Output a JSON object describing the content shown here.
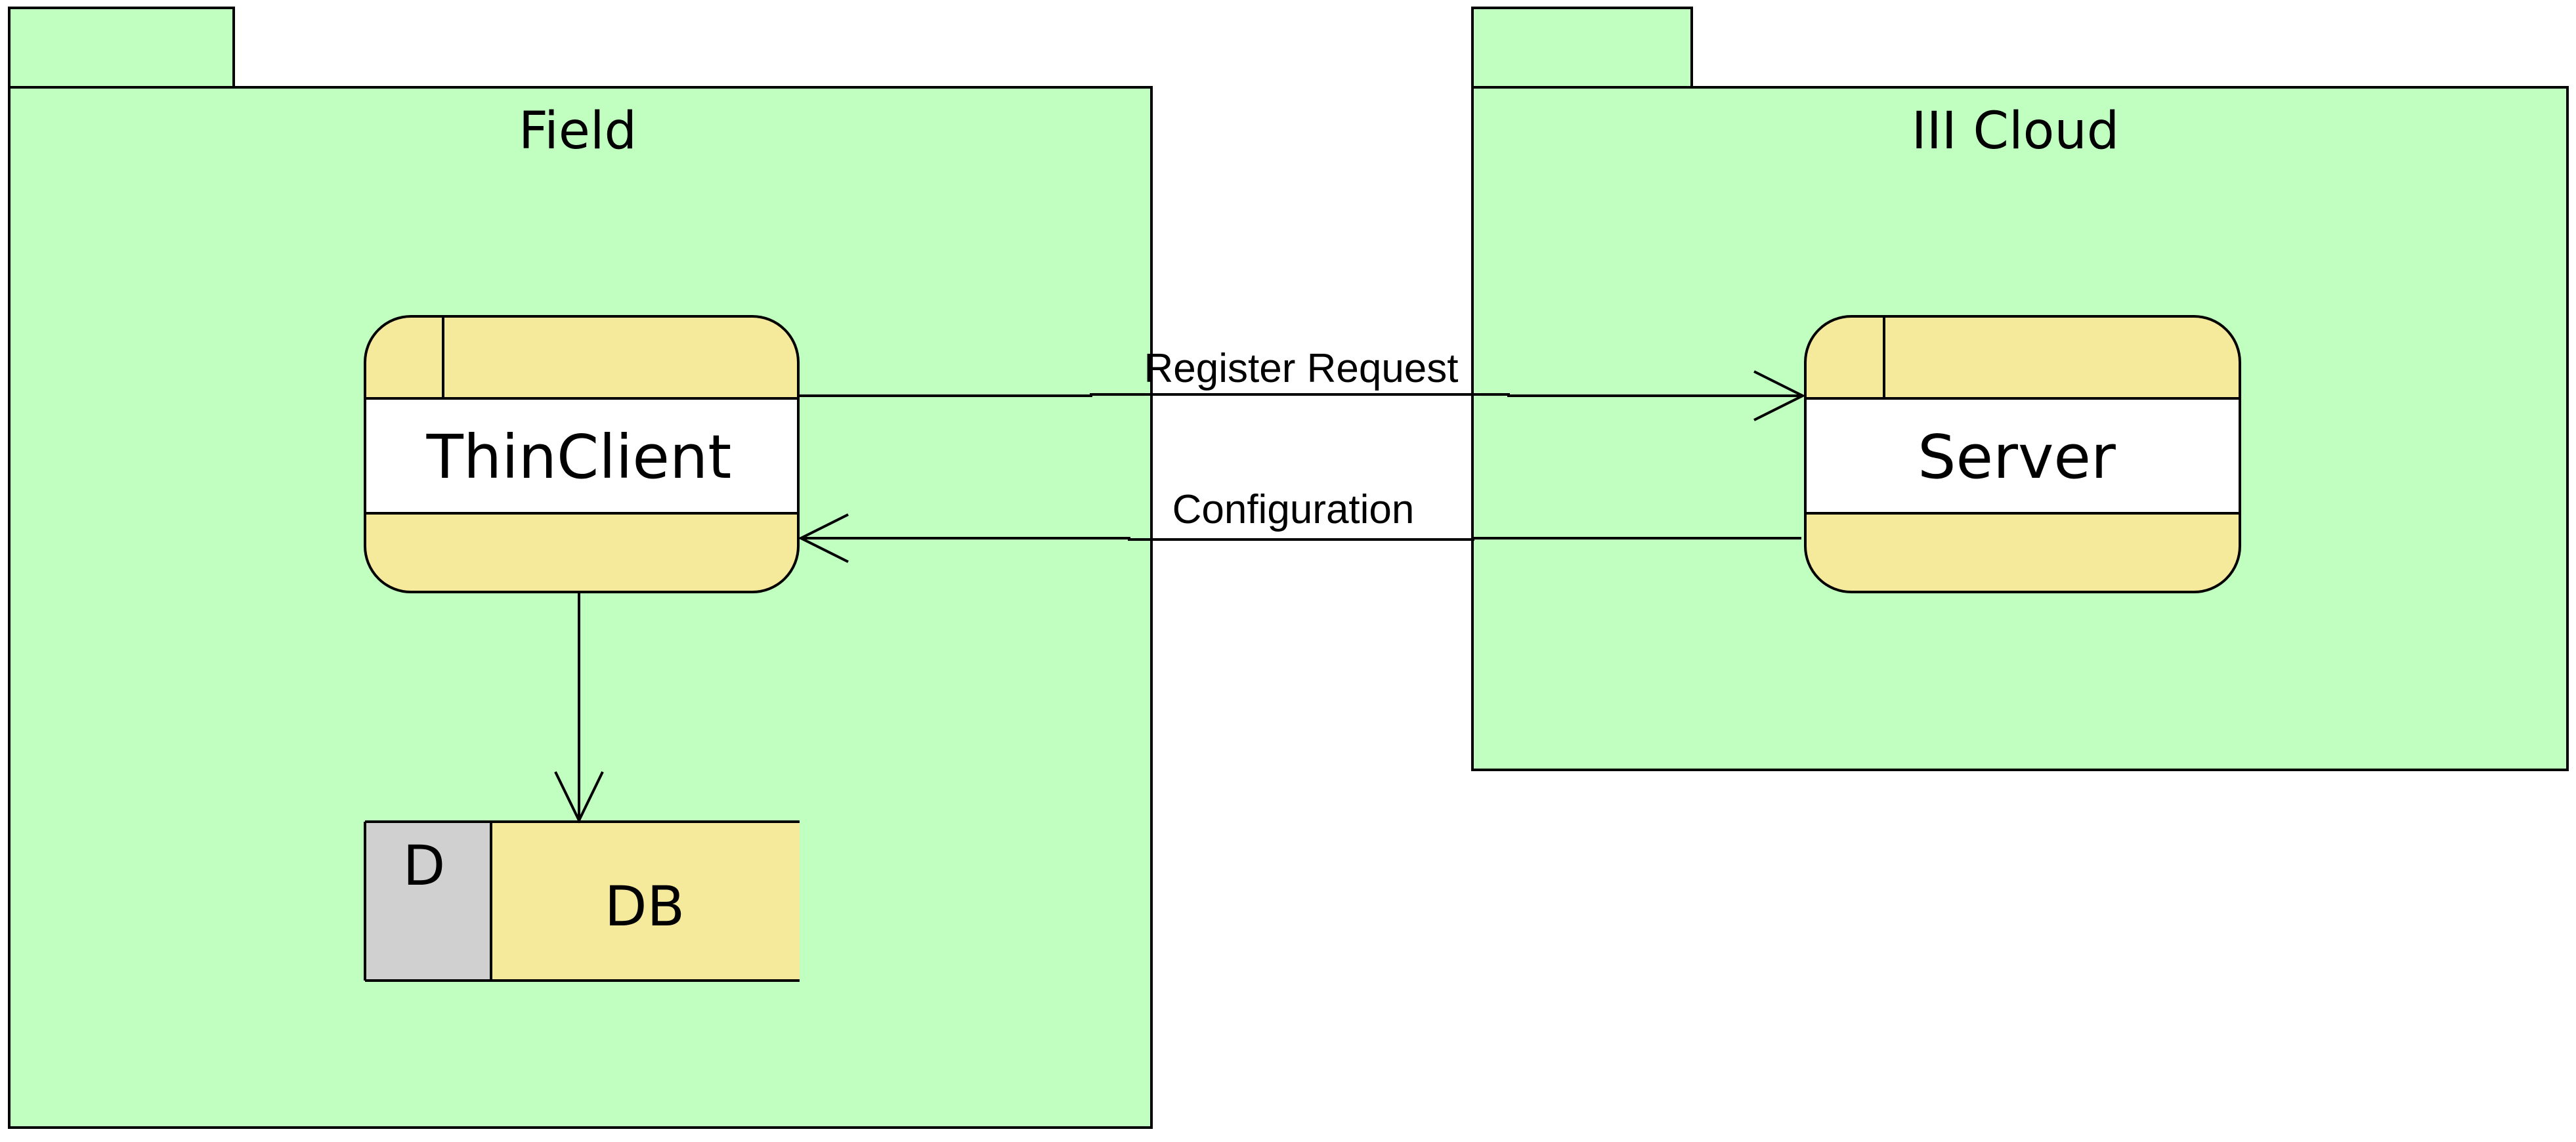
{
  "packages": {
    "field": {
      "name": "Field"
    },
    "cloud": {
      "name": "III Cloud"
    }
  },
  "processes": {
    "thinclient": {
      "name": "ThinClient"
    },
    "server": {
      "name": "Server"
    }
  },
  "datastore": {
    "id": "D",
    "name": "DB"
  },
  "flows": {
    "register": {
      "label": "Register Request"
    },
    "configuration": {
      "label": "Configuration"
    }
  },
  "colors": {
    "package_fill": "#c0ffc0",
    "process_fill": "#f5e99c",
    "store_id_fill": "#d0d0d0"
  }
}
